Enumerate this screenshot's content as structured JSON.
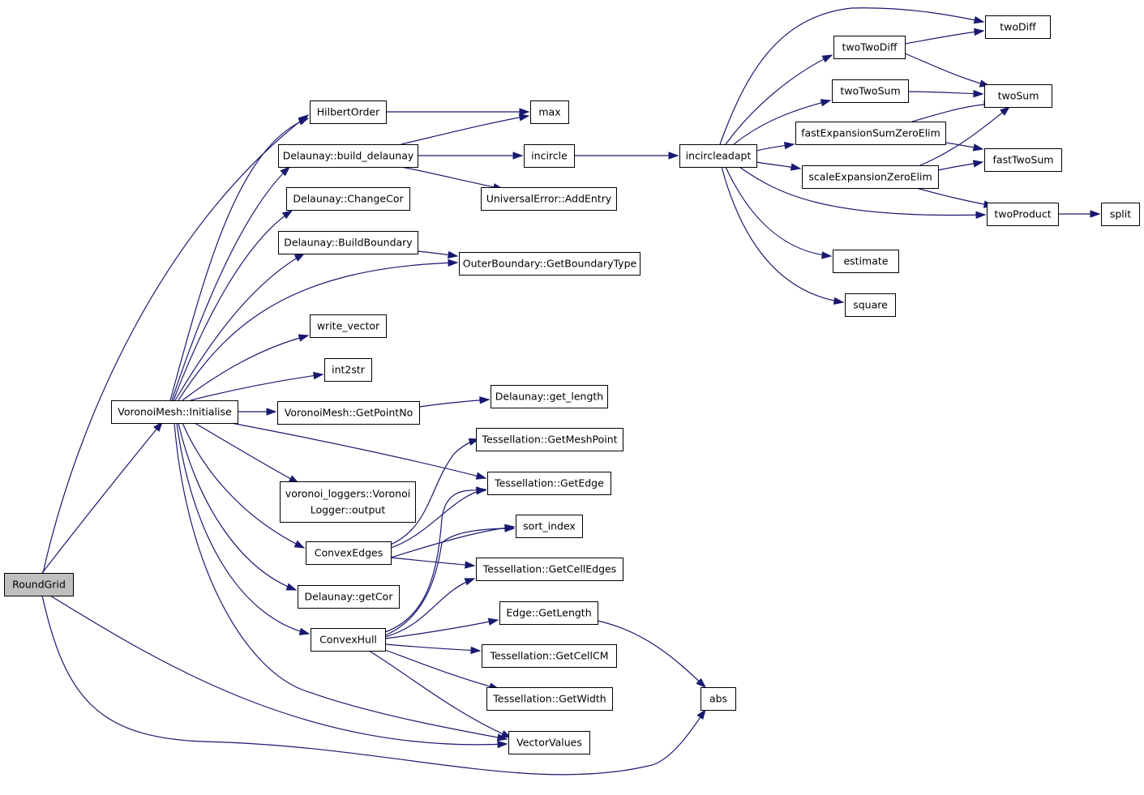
{
  "diagram": {
    "type": "call-graph",
    "edge_color": "#191970",
    "root_fill": "#bfbfbf",
    "nodes": [
      {
        "id": "roundgrid",
        "label": "RoundGrid",
        "root": true
      },
      {
        "id": "voronoimesh-initialise",
        "label": "VoronoiMesh::Initialise"
      },
      {
        "id": "hilbertorder",
        "label": "HilbertOrder"
      },
      {
        "id": "build-delaunay",
        "label": "Delaunay::build_delaunay"
      },
      {
        "id": "changecor",
        "label": "Delaunay::ChangeCor"
      },
      {
        "id": "buildboundary",
        "label": "Delaunay::BuildBoundary"
      },
      {
        "id": "write-vector",
        "label": "write_vector"
      },
      {
        "id": "int2str",
        "label": "int2str"
      },
      {
        "id": "getpointno",
        "label": "VoronoiMesh::GetPointNo"
      },
      {
        "id": "voronoilogger-output",
        "label": "voronoi_loggers::Voronoi\nLogger::output"
      },
      {
        "id": "convexedges",
        "label": "ConvexEdges"
      },
      {
        "id": "getcor",
        "label": "Delaunay::getCor"
      },
      {
        "id": "convexhull",
        "label": "ConvexHull"
      },
      {
        "id": "max",
        "label": "max"
      },
      {
        "id": "incircle",
        "label": "incircle"
      },
      {
        "id": "addentry",
        "label": "UniversalError::AddEntry"
      },
      {
        "id": "getboundarytype",
        "label": "OuterBoundary::GetBoundaryType"
      },
      {
        "id": "get-length",
        "label": "Delaunay::get_length"
      },
      {
        "id": "getmeshpoint",
        "label": "Tessellation::GetMeshPoint"
      },
      {
        "id": "getedge",
        "label": "Tessellation::GetEdge"
      },
      {
        "id": "sort-index",
        "label": "sort_index"
      },
      {
        "id": "getcelledges",
        "label": "Tessellation::GetCellEdges"
      },
      {
        "id": "edge-getlength",
        "label": "Edge::GetLength"
      },
      {
        "id": "getcellcm",
        "label": "Tessellation::GetCellCM"
      },
      {
        "id": "getwidth",
        "label": "Tessellation::GetWidth"
      },
      {
        "id": "vectorvalues",
        "label": "VectorValues"
      },
      {
        "id": "incircleadapt",
        "label": "incircleadapt"
      },
      {
        "id": "twotwodiff",
        "label": "twoTwoDiff"
      },
      {
        "id": "twotwosum",
        "label": "twoTwoSum"
      },
      {
        "id": "fastexpansion",
        "label": "fastExpansionSumZeroElim"
      },
      {
        "id": "scaleexpansion",
        "label": "scaleExpansionZeroElim"
      },
      {
        "id": "estimate",
        "label": "estimate"
      },
      {
        "id": "square",
        "label": "square"
      },
      {
        "id": "twodiff",
        "label": "twoDiff"
      },
      {
        "id": "twosum",
        "label": "twoSum"
      },
      {
        "id": "fasttwosum",
        "label": "fastTwoSum"
      },
      {
        "id": "twoproduct",
        "label": "twoProduct"
      },
      {
        "id": "split",
        "label": "split"
      },
      {
        "id": "abs",
        "label": "abs"
      }
    ],
    "edges": [
      [
        "roundgrid",
        "voronoimesh-initialise"
      ],
      [
        "roundgrid",
        "hilbertorder"
      ],
      [
        "roundgrid",
        "vectorvalues"
      ],
      [
        "roundgrid",
        "abs"
      ],
      [
        "voronoimesh-initialise",
        "hilbertorder"
      ],
      [
        "voronoimesh-initialise",
        "build-delaunay"
      ],
      [
        "voronoimesh-initialise",
        "changecor"
      ],
      [
        "voronoimesh-initialise",
        "buildboundary"
      ],
      [
        "voronoimesh-initialise",
        "getboundarytype"
      ],
      [
        "voronoimesh-initialise",
        "write-vector"
      ],
      [
        "voronoimesh-initialise",
        "int2str"
      ],
      [
        "voronoimesh-initialise",
        "getpointno"
      ],
      [
        "voronoimesh-initialise",
        "getedge"
      ],
      [
        "voronoimesh-initialise",
        "voronoilogger-output"
      ],
      [
        "voronoimesh-initialise",
        "convexedges"
      ],
      [
        "voronoimesh-initialise",
        "getcor"
      ],
      [
        "voronoimesh-initialise",
        "convexhull"
      ],
      [
        "voronoimesh-initialise",
        "vectorvalues"
      ],
      [
        "hilbertorder",
        "max"
      ],
      [
        "build-delaunay",
        "max"
      ],
      [
        "build-delaunay",
        "incircle"
      ],
      [
        "build-delaunay",
        "addentry"
      ],
      [
        "buildboundary",
        "getboundarytype"
      ],
      [
        "getpointno",
        "get-length"
      ],
      [
        "convexedges",
        "getmeshpoint"
      ],
      [
        "convexedges",
        "getedge"
      ],
      [
        "convexedges",
        "sort-index"
      ],
      [
        "convexedges",
        "getcelledges"
      ],
      [
        "convexhull",
        "getedge"
      ],
      [
        "convexhull",
        "sort-index"
      ],
      [
        "convexhull",
        "getcelledges"
      ],
      [
        "convexhull",
        "edge-getlength"
      ],
      [
        "convexhull",
        "getcellcm"
      ],
      [
        "convexhull",
        "getwidth"
      ],
      [
        "convexhull",
        "vectorvalues"
      ],
      [
        "edge-getlength",
        "abs"
      ],
      [
        "incircle",
        "incircleadapt"
      ],
      [
        "incircleadapt",
        "twodiff"
      ],
      [
        "incircleadapt",
        "twotwodiff"
      ],
      [
        "incircleadapt",
        "twotwosum"
      ],
      [
        "incircleadapt",
        "fastexpansion"
      ],
      [
        "incircleadapt",
        "scaleexpansion"
      ],
      [
        "incircleadapt",
        "twoproduct"
      ],
      [
        "incircleadapt",
        "estimate"
      ],
      [
        "incircleadapt",
        "square"
      ],
      [
        "twotwodiff",
        "twodiff"
      ],
      [
        "twotwodiff",
        "twosum"
      ],
      [
        "twotwosum",
        "twosum"
      ],
      [
        "fastexpansion",
        "twosum"
      ],
      [
        "fastexpansion",
        "fasttwosum"
      ],
      [
        "scaleexpansion",
        "twosum"
      ],
      [
        "scaleexpansion",
        "fasttwosum"
      ],
      [
        "scaleexpansion",
        "twoproduct"
      ],
      [
        "twoproduct",
        "split"
      ]
    ]
  }
}
